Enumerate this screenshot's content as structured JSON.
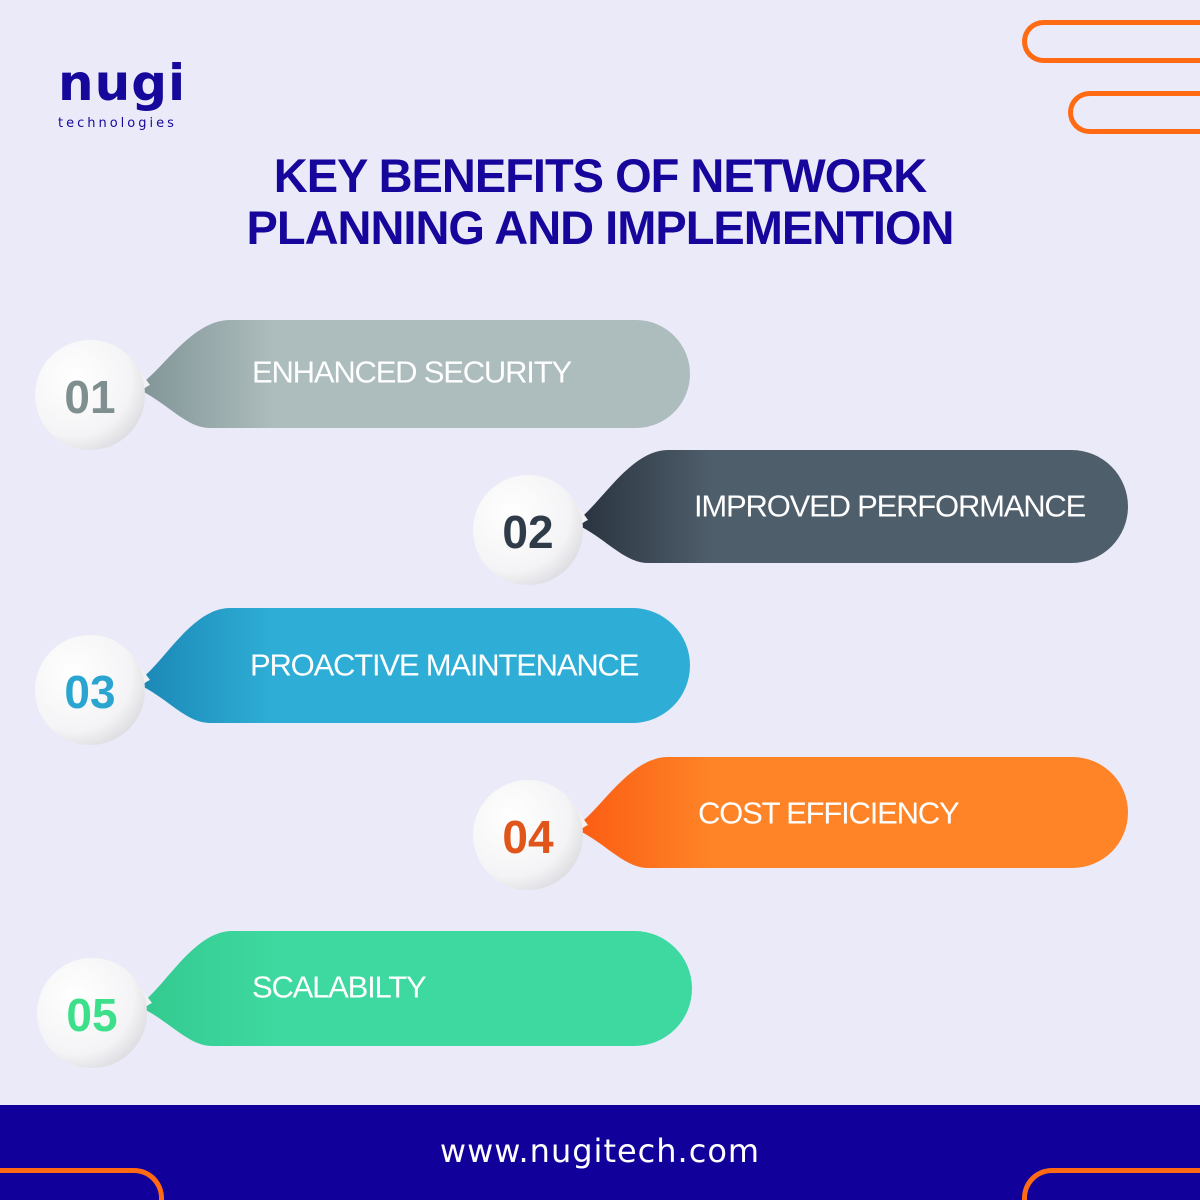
{
  "brand": {
    "name": "nugi",
    "tagline": "technologies"
  },
  "title": {
    "line1": "KEY BENEFITS OF NETWORK",
    "line2": "PLANNING AND IMPLEMENTION"
  },
  "items": [
    {
      "number": "01",
      "label": "ENHANCED SECURITY",
      "color": "#adbcbd",
      "dark": "#7f9495",
      "num_color": "#7f8f90"
    },
    {
      "number": "02",
      "label": "IMPROVED PERFORMANCE",
      "color": "#4f5e6b",
      "dark": "#27313d",
      "num_color": "#2f3b48"
    },
    {
      "number": "03",
      "label": "PROACTIVE MAINTENANCE",
      "color": "#2eaed6",
      "dark": "#1a86b4",
      "num_color": "#2aa5d0"
    },
    {
      "number": "04",
      "label": "COST EFFICIENCY",
      "color": "#fe8427",
      "dark": "#fb5b12",
      "num_color": "#e0561a"
    },
    {
      "number": "05",
      "label": "SCALABILTY",
      "color": "#3ed9a0",
      "dark": "#33c98f",
      "num_color": "#3de08a"
    }
  ],
  "footer": {
    "url": "www.nugitech.com"
  },
  "colors": {
    "background": "#eaeaf8",
    "primary": "#12009a",
    "accent": "#ff6a13"
  }
}
